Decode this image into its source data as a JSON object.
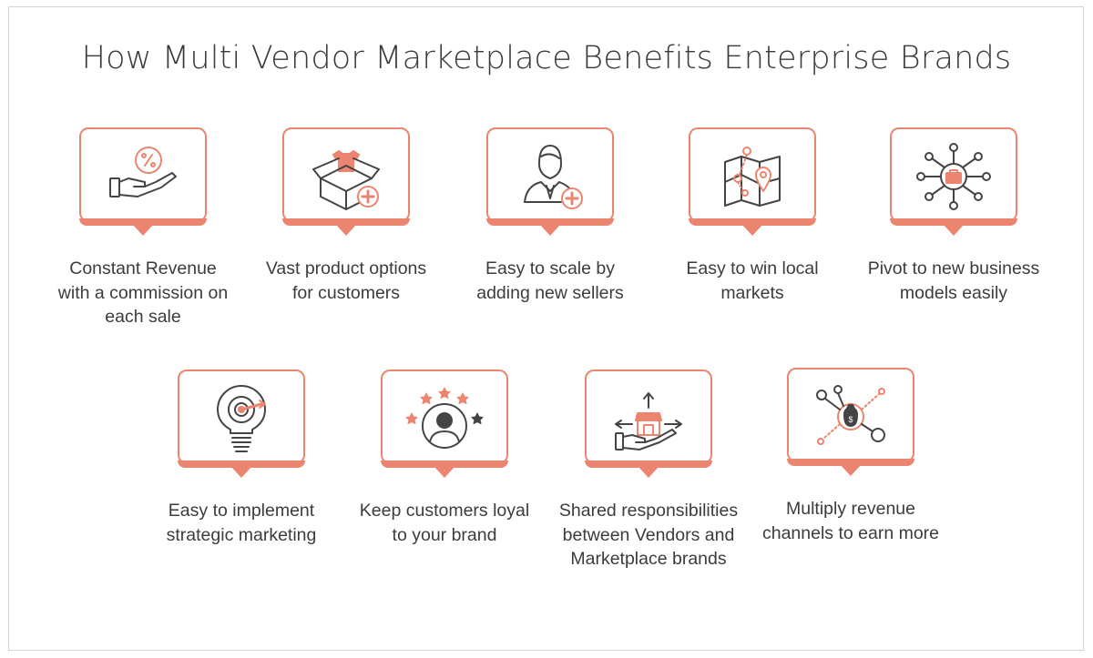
{
  "title": "How Multi Vendor Marketplace Benefits Enterprise Brands",
  "colors": {
    "accent": "#eb8570",
    "icon": "#444444",
    "text": "#3c3c3c"
  },
  "cards": [
    {
      "label": "Constant Revenue with a commission on each sale",
      "icon": "percent-hand-icon"
    },
    {
      "label": "Vast product options for customers",
      "icon": "product-box-icon"
    },
    {
      "label": "Easy to scale by adding new sellers",
      "icon": "add-seller-icon"
    },
    {
      "label": "Easy to win local markets",
      "icon": "map-pin-icon"
    },
    {
      "label": "Pivot to new business models easily",
      "icon": "business-network-icon"
    },
    {
      "label": "Easy to implement strategic marketing",
      "icon": "target-bulb-icon"
    },
    {
      "label": "Keep customers loyal to your brand",
      "icon": "loyal-customer-icon"
    },
    {
      "label": "Shared responsibilities between Vendors and Marketplace brands",
      "icon": "shared-store-icon"
    },
    {
      "label": "Multiply revenue channels to earn more",
      "icon": "revenue-channels-icon"
    }
  ]
}
